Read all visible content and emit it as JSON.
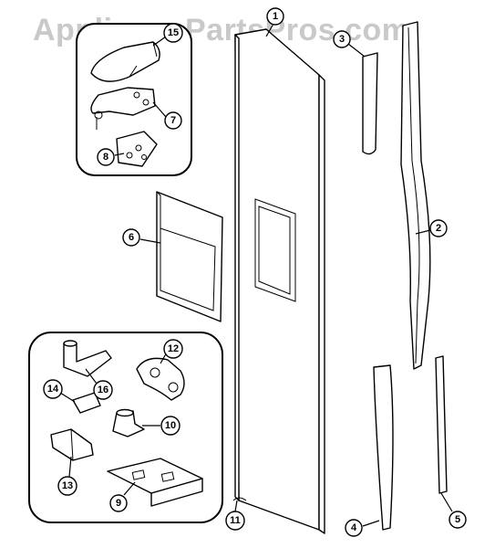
{
  "watermark": "AppliancePartsPros.com",
  "callouts": {
    "c1": "1",
    "c2": "2",
    "c3": "3",
    "c4": "4",
    "c5": "5",
    "c6": "6",
    "c7": "7",
    "c8": "8",
    "c9": "9",
    "c10": "10",
    "c11": "11",
    "c12": "12",
    "c13": "13",
    "c14": "14",
    "c15": "15",
    "c16": "16"
  }
}
